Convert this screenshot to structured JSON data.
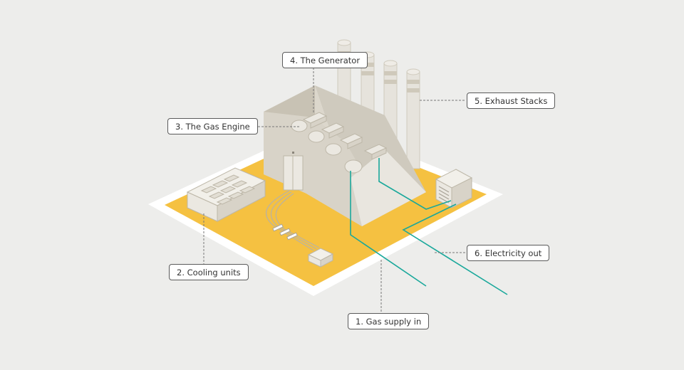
{
  "diagram": {
    "callouts": [
      {
        "id": "gas-supply",
        "text": "1. Gas supply in"
      },
      {
        "id": "cooling-units",
        "text": "2. Cooling units"
      },
      {
        "id": "gas-engine",
        "text": "3. The Gas Engine"
      },
      {
        "id": "generator",
        "text": "4. The Generator"
      },
      {
        "id": "exhaust-stacks",
        "text": "5. Exhaust Stacks"
      },
      {
        "id": "electricity-out",
        "text": "6. Electricity out"
      }
    ]
  },
  "colors": {
    "background": "#ededeb",
    "ground": "#f5c141",
    "ground_border": "#ffffff",
    "building": "#d8d3c8",
    "stacks": "#e6e3dc",
    "pipe": "#1aa89b",
    "leader": "#777777"
  }
}
